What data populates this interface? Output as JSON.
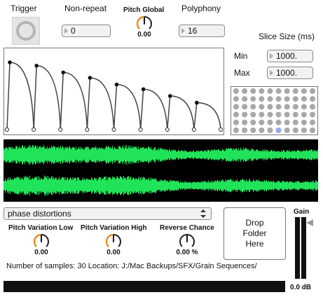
{
  "trigger": {
    "label": "Trigger"
  },
  "nonrepeat": {
    "label": "Non-repeat",
    "value": "0"
  },
  "pitch_global": {
    "label": "Pitch Global",
    "value": "0.00",
    "level": 0.5
  },
  "polyphony": {
    "label": "Polyphony",
    "value": "16"
  },
  "slice_size": {
    "title": "Slice Size (ms)",
    "min_label": "Min",
    "min_value": "1000.",
    "max_label": "Max",
    "max_value": "1000."
  },
  "grid": {
    "rows": 6,
    "cols": 10,
    "active_row": 5,
    "active_col": 5,
    "dot_color": "#a8a8a8",
    "active_color": "#9aa6e6"
  },
  "envelope": {
    "segments": 8,
    "decay": [
      1.0,
      0.95,
      0.85,
      0.77,
      0.67,
      0.6,
      0.5,
      0.4
    ]
  },
  "waveform": {
    "color": "#21e35a"
  },
  "menu": {
    "selected": "phase distortions"
  },
  "pitch_var_low": {
    "label": "Pitch Variation Low",
    "value": "0.00",
    "level": 0.5
  },
  "pitch_var_high": {
    "label": "Pitch Variation High",
    "value": "0.00",
    "level": 0.5
  },
  "reverse_chance": {
    "label": "Reverse Chance",
    "value": "0.00 %",
    "level": 0.5
  },
  "drop": {
    "line1": "Drop",
    "line2": "Folder",
    "line3": "Here"
  },
  "gain": {
    "label": "Gain",
    "value": "0.0 dB"
  },
  "status": {
    "text": "Number of samples: 30 Location: J:/Mac Backups/SFX/Grain Sequences/"
  },
  "colors": {
    "accent": "#f0891a",
    "wave": "#21e35a"
  }
}
